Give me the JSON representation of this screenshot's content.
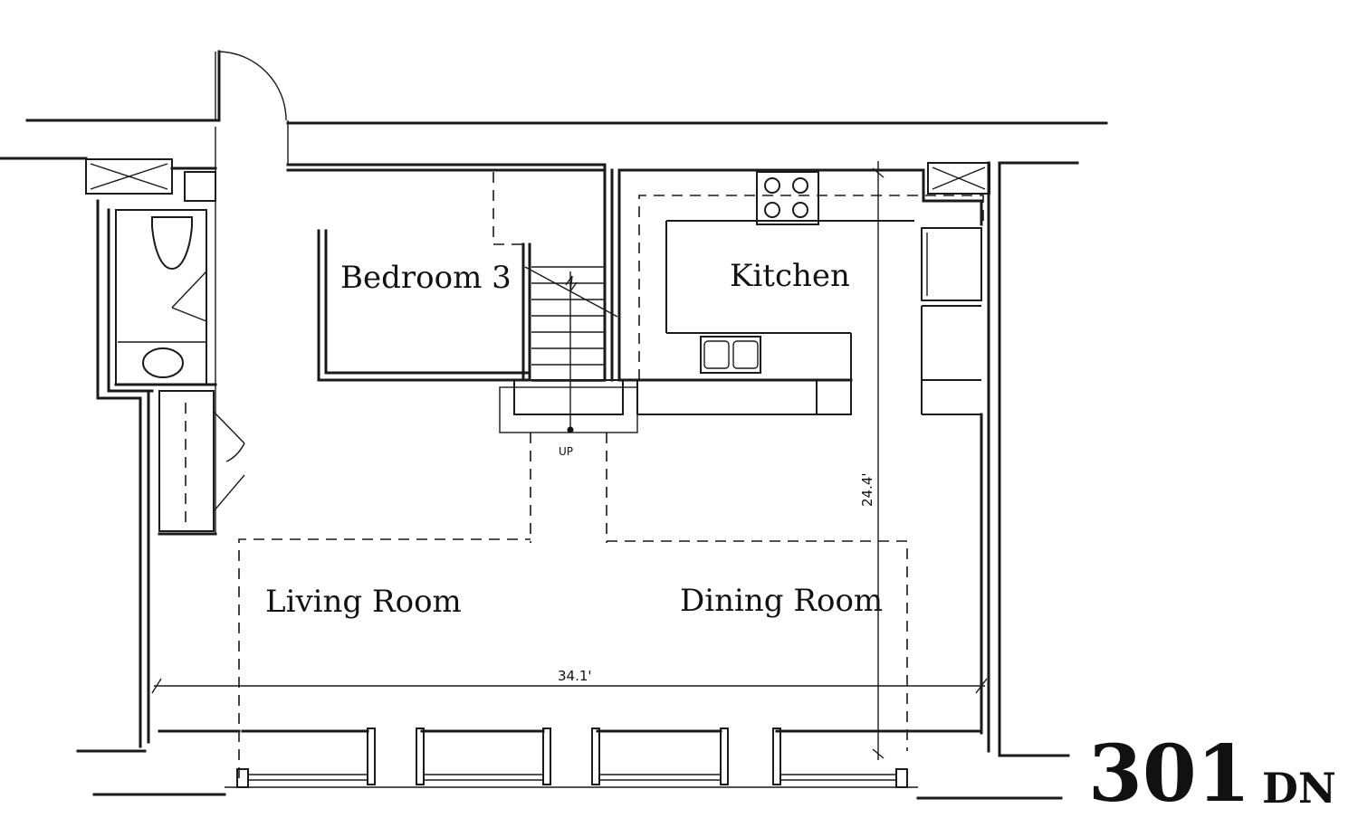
{
  "rooms": {
    "bedroom": "Bedroom 3",
    "kitchen": "Kitchen",
    "living": "Living Room",
    "dining": "Dining Room"
  },
  "dimensions": {
    "width": "34.1'",
    "depth": "24.4'"
  },
  "stair_label": "UP",
  "unit": {
    "number": "301",
    "direction": "DN"
  }
}
